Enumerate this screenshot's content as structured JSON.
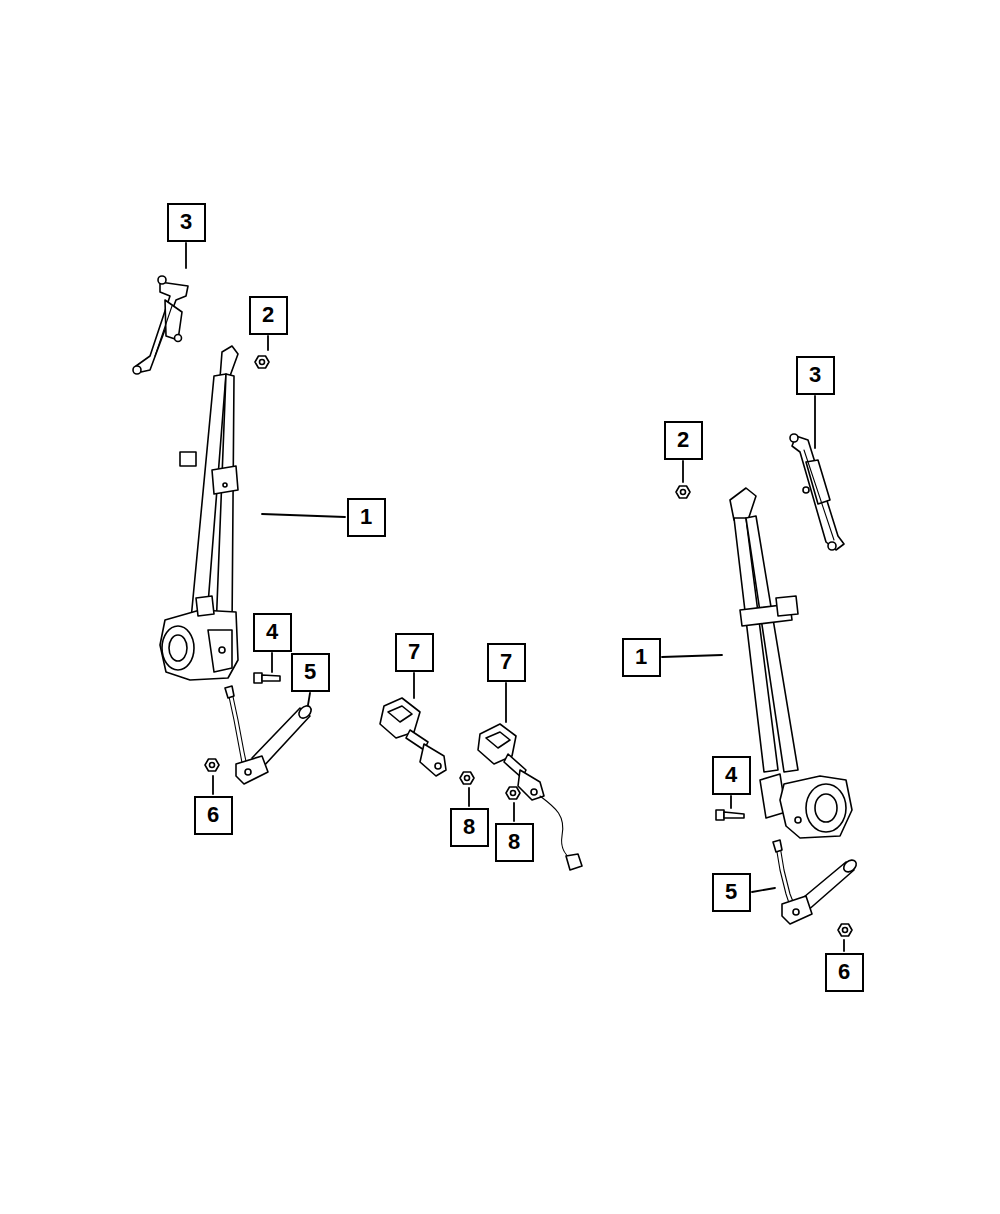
{
  "diagram": {
    "nodes": [
      {
        "text": [
          "3"
        ]
      },
      {
        "text": [
          "2"
        ]
      },
      {
        "text": [
          "3"
        ]
      },
      {
        "text": [
          "2"
        ]
      },
      {
        "text": [
          "1"
        ]
      },
      {
        "text": [
          "4"
        ]
      },
      {
        "text": [
          "7"
        ]
      },
      {
        "text": [
          "1"
        ]
      },
      {
        "text": [
          "7"
        ]
      },
      {
        "text": [
          "5"
        ]
      },
      {
        "text": [
          "4"
        ]
      },
      {
        "text": [
          "6"
        ]
      },
      {
        "text": [
          "8"
        ]
      },
      {
        "text": [
          "8"
        ]
      },
      {
        "text": [
          "5"
        ]
      },
      {
        "text": [
          "6"
        ]
      }
    ]
  }
}
